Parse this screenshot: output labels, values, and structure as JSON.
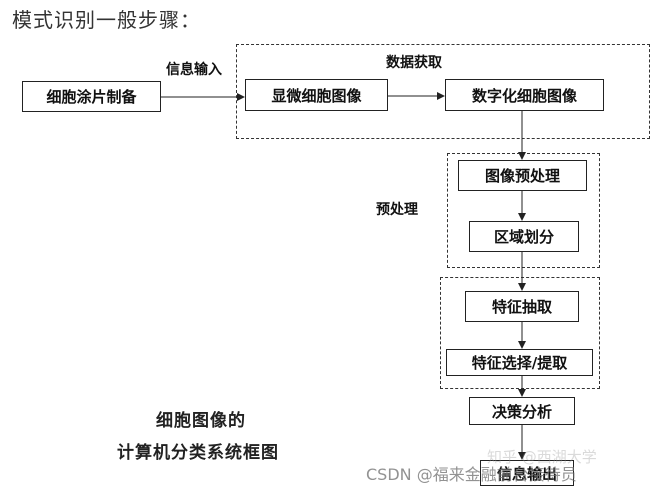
{
  "heading": "模式识别一般步骤：",
  "group_labels": {
    "data_acquisition": "数据获取",
    "info_input": "信息输入",
    "preprocessing": "预处理"
  },
  "boxes": {
    "smear": "细胞涂片制备",
    "microscope": "显微细胞图像",
    "digital": "数字化细胞图像",
    "preprocess": "图像预处理",
    "segment": "区域划分",
    "feature_extract": "特征抽取",
    "feature_select": "特征选择/提取",
    "decision": "决策分析",
    "output": "信息输出"
  },
  "caption": {
    "line1": "细胞图像的",
    "line2": "计算机分类系统框图"
  },
  "watermarks": {
    "faint": "知乎 @西湖大学",
    "csdn": "CSDN @福来金融前台接待员"
  }
}
